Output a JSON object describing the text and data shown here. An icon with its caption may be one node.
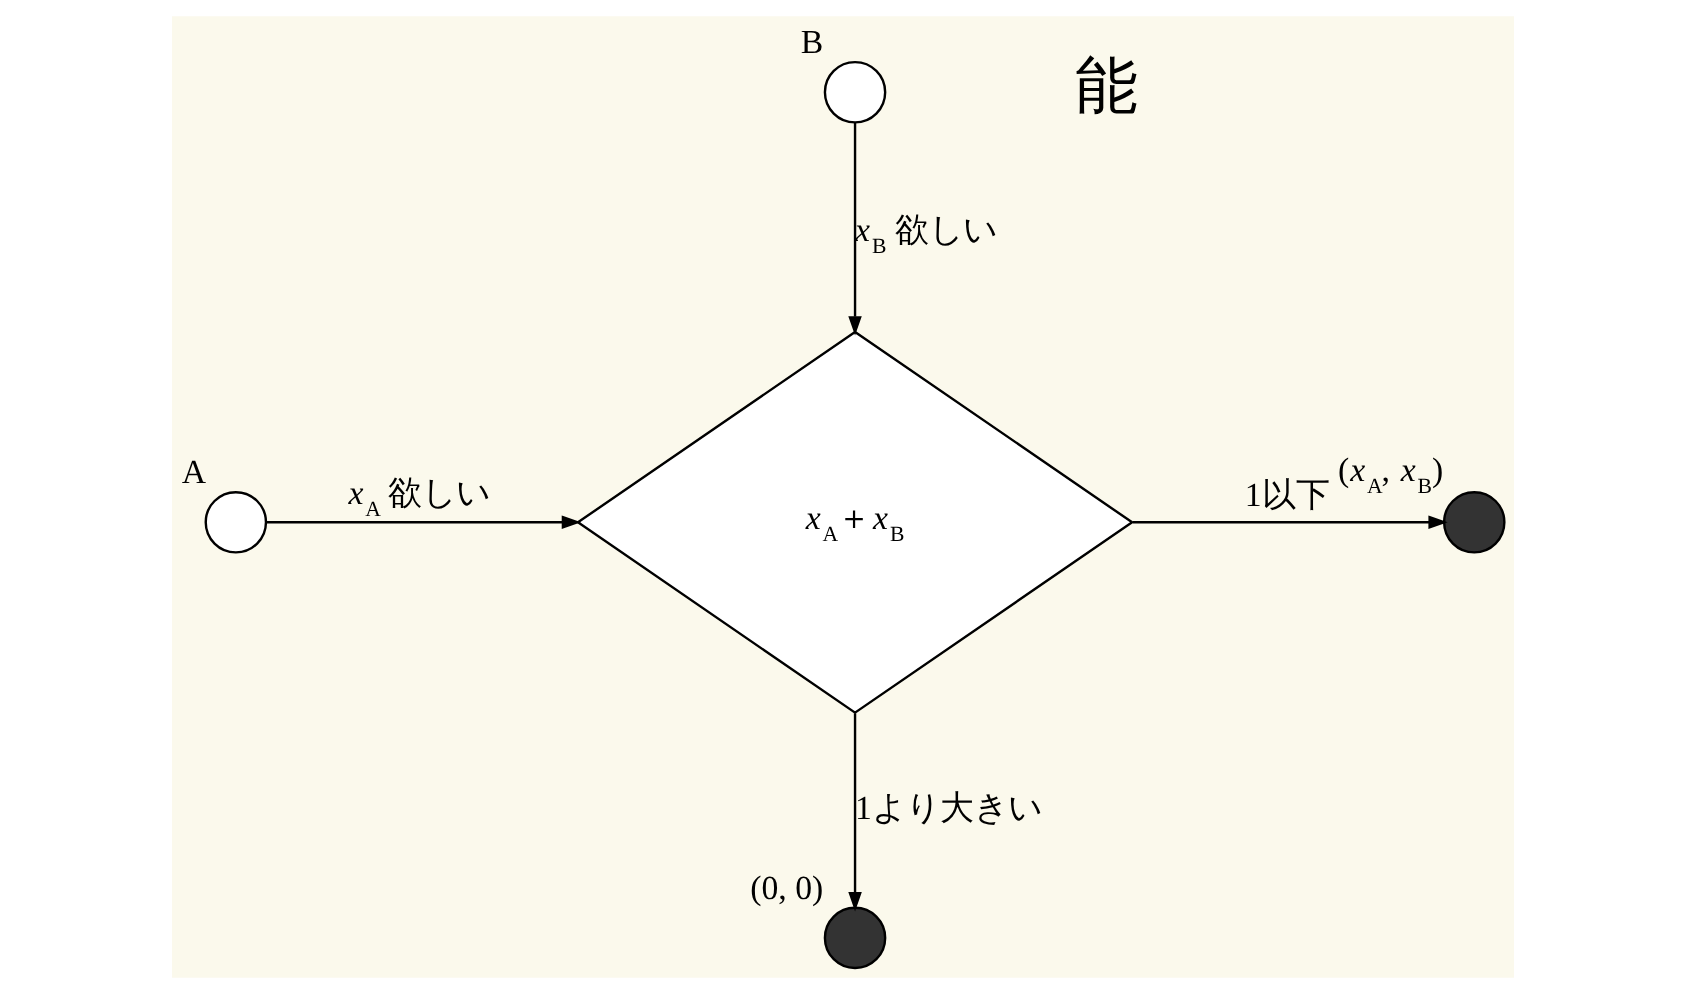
{
  "diagram": {
    "nodes": [
      {
        "text": [
          "B"
        ]
      },
      {
        "text": [
          "A"
        ]
      },
      {
        "text": [
          "*x*$_{A}$＋*x*$_{B}$"
        ]
      },
      {
        "text": [],
        "shape": "circle",
        "beside": [
          "(*x*$_{A}$, *x*$_{B}$)"
        ]
      },
      {
        "text": [],
        "shape": "circle",
        "beside": [
          "(0, 0)"
        ]
      }
    ],
    "edges": [
      {
        "from": 0,
        "to": 2,
        "arrow": "to",
        "label": "*x*$_{B}$ 欲しい"
      },
      {
        "from": 1,
        "to": 2,
        "arrow": "to",
        "label": "*x*$_{A}$ 欲しい"
      },
      {
        "from": 2,
        "to": 3,
        "arrow": "to",
        "label": "1以下"
      },
      {
        "from": 2,
        "to": 4,
        "arrow": "to",
        "label": "1より大きい"
      }
    ],
    "labels": [
      "能"
    ]
  }
}
